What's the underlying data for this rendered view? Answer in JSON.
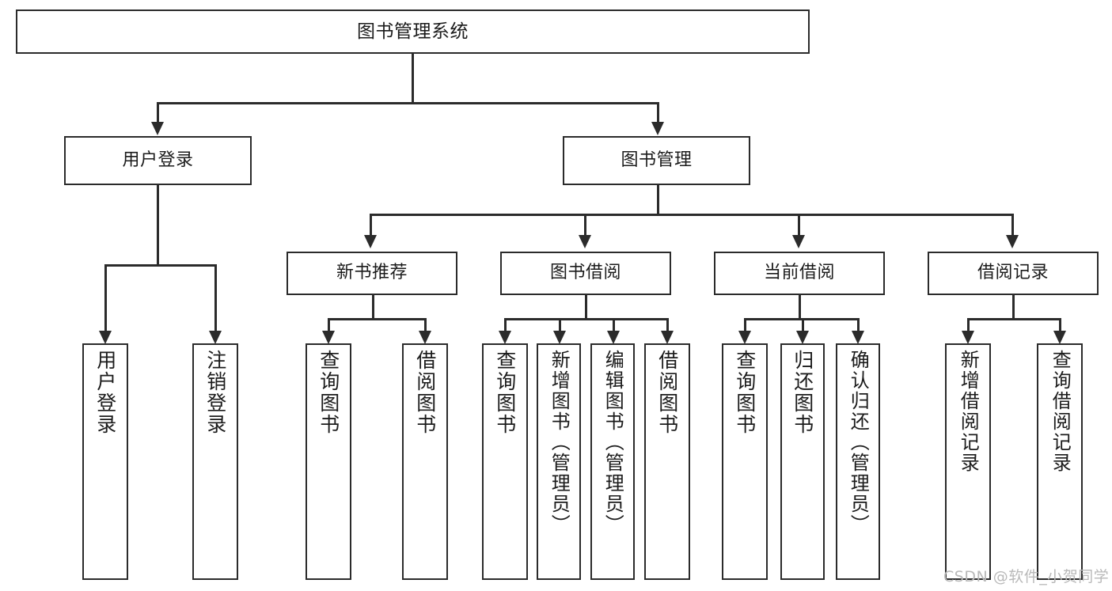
{
  "diagram": {
    "type": "tree",
    "title": "图书管理系统",
    "root": {
      "id": "root",
      "label": "图书管理系统"
    },
    "level2": [
      {
        "id": "user-login",
        "label": "用户登录"
      },
      {
        "id": "book-manage",
        "label": "图书管理"
      }
    ],
    "level3": [
      {
        "id": "new-book-recommend",
        "label": "新书推荐",
        "parent": "book-manage"
      },
      {
        "id": "book-borrow",
        "label": "图书借阅",
        "parent": "book-manage"
      },
      {
        "id": "current-borrow",
        "label": "当前借阅",
        "parent": "book-manage"
      },
      {
        "id": "borrow-record",
        "label": "借阅记录",
        "parent": "book-manage"
      }
    ],
    "leaves": {
      "user_login": [
        {
          "id": "leaf-user-login",
          "label": "用户登录"
        },
        {
          "id": "leaf-logout-login",
          "label": "注销登录"
        }
      ],
      "new_book_recommend": [
        {
          "id": "leaf-query-book-1",
          "label": "查询图书"
        },
        {
          "id": "leaf-borrow-book-1",
          "label": "借阅图书"
        }
      ],
      "book_borrow": [
        {
          "id": "leaf-query-book-2",
          "label": "查询图书"
        },
        {
          "id": "leaf-add-book",
          "label": "新增图书（管理员）"
        },
        {
          "id": "leaf-edit-book",
          "label": "编辑图书（管理员）"
        },
        {
          "id": "leaf-borrow-book-2",
          "label": "借阅图书"
        }
      ],
      "current_borrow": [
        {
          "id": "leaf-query-book-3",
          "label": "查询图书"
        },
        {
          "id": "leaf-return-book",
          "label": "归还图书"
        },
        {
          "id": "leaf-confirm-return",
          "label": "确认归还（管理员）"
        }
      ],
      "borrow_record": [
        {
          "id": "leaf-add-record",
          "label": "新增借阅记录"
        },
        {
          "id": "leaf-query-record",
          "label": "查询借阅记录"
        }
      ]
    }
  },
  "watermark": {
    "text": "CSDN @软件_小贺同学"
  },
  "colors": {
    "stroke": "#2b2b2b",
    "background": "#ffffff",
    "text": "#1b1b1b",
    "watermark": "#b9b9b9"
  }
}
